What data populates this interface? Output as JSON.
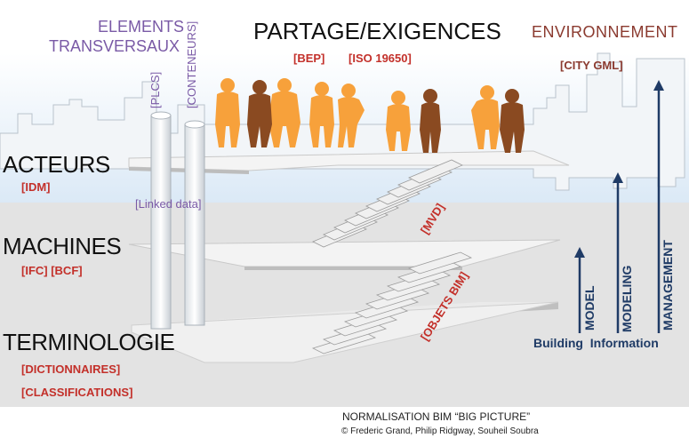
{
  "header": {
    "elements_line1": "ELEMENTS",
    "elements_line2": "TRANSVERSAUX",
    "sharing_title": "PARTAGE/EXIGENCES",
    "sharing_tags": [
      "[BEP]",
      "[ISO 19650]"
    ],
    "environment_title": "ENVIRONNEMENT",
    "environment_tag": "[CITY GML]"
  },
  "pillars": {
    "plcs": "[PLCS]",
    "conteneurs": "[CONTENEURS]",
    "linked_data": "[Linked data]"
  },
  "levels": [
    {
      "name": "ACTEURS",
      "tags": [
        "[IDM]"
      ]
    },
    {
      "name": "MACHINES",
      "tags": [
        "[IFC] [BCF]"
      ]
    },
    {
      "name": "TERMINOLOGIE",
      "tags": [
        "[DICTIONNAIRES]",
        "[CLASSIFICATIONS]"
      ]
    }
  ],
  "stairs": {
    "upper": "[MVD]",
    "lower": "[OBJETS BIM]"
  },
  "bim_axis": {
    "model": "MODEL",
    "modeling": "MODELING",
    "management": "MANAGEMENT",
    "building_information": "Building  Information"
  },
  "footer": {
    "title": "NORMALISATION BIM “BIG PICTURE”",
    "credit": "© Frederic Grand, Philip Ridgway, Souheil Soubra"
  },
  "colors": {
    "people_orange": "#f7a13b",
    "people_brown": "#8a4a21",
    "tag_red": "#c3302a",
    "purple": "#7a5aa6",
    "axis_blue": "#1f3b66"
  }
}
